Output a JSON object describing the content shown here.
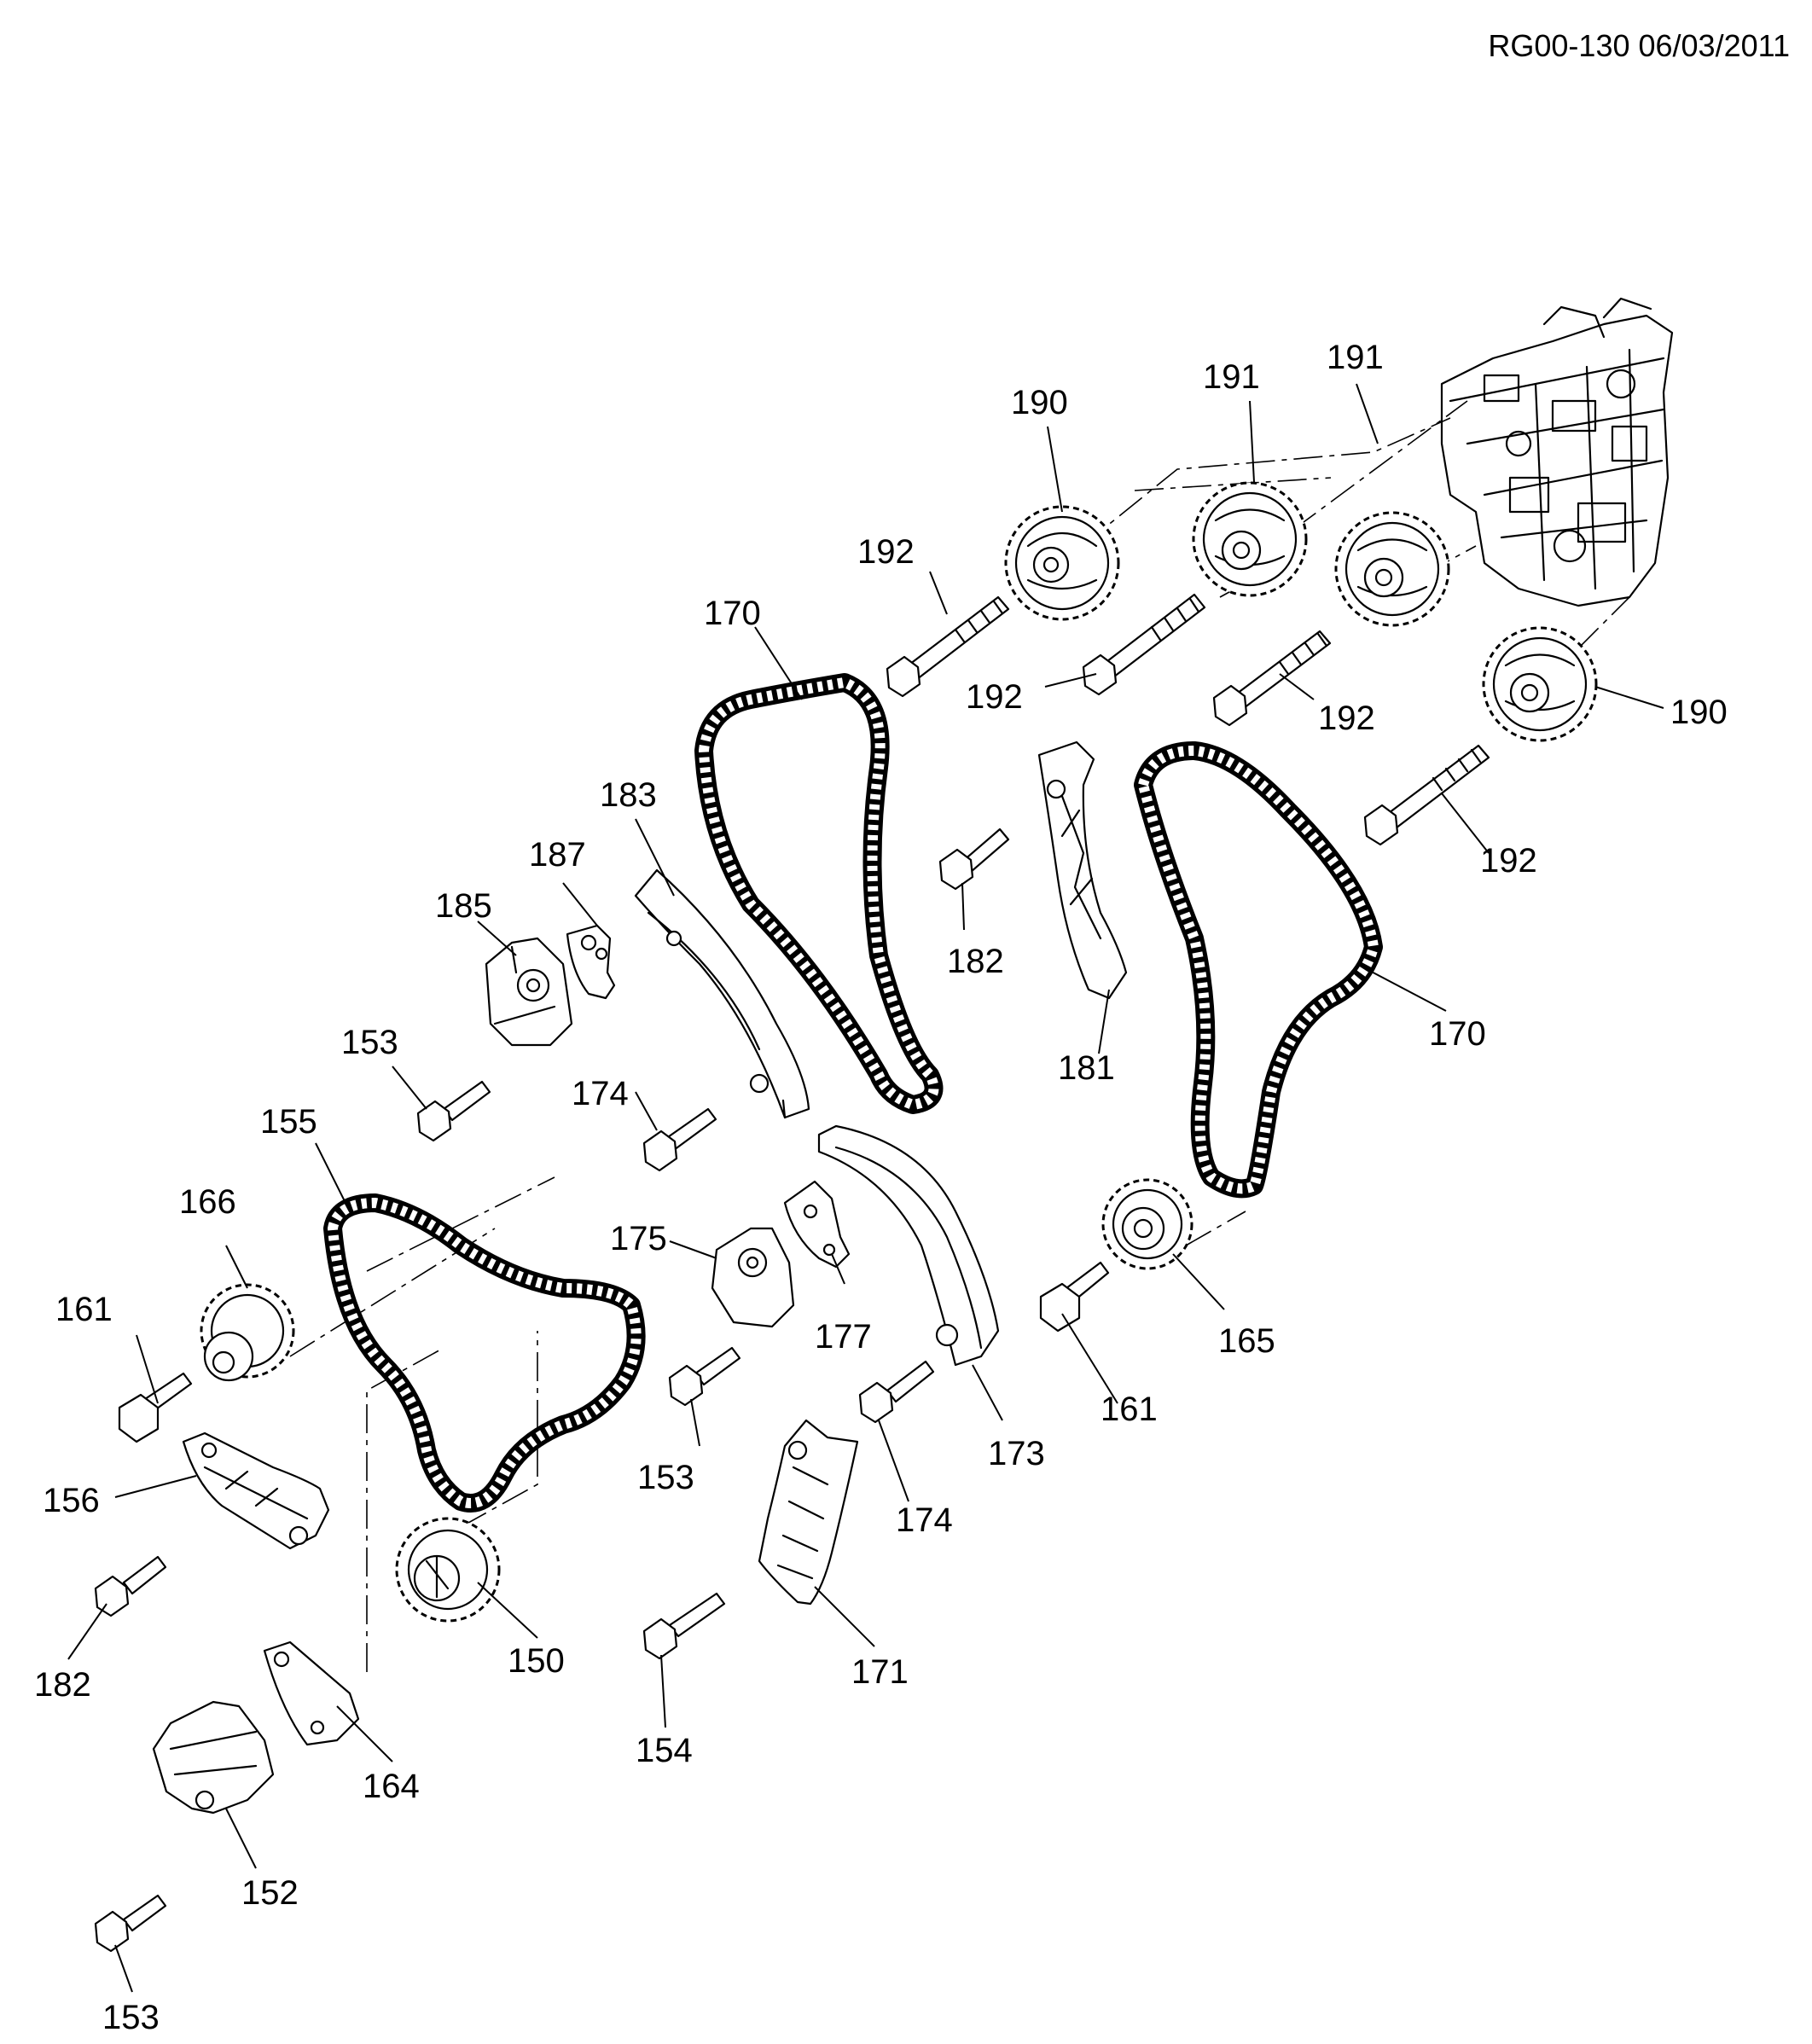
{
  "header": {
    "reference": "RG00-130 06/03/2011"
  },
  "callouts": [
    {
      "id": "190",
      "label": "190"
    },
    {
      "id": "191",
      "label": "191"
    },
    {
      "id": "191",
      "label": "191"
    },
    {
      "id": "192",
      "label": "192"
    },
    {
      "id": "192",
      "label": "192"
    },
    {
      "id": "192",
      "label": "192"
    },
    {
      "id": "190",
      "label": "190"
    },
    {
      "id": "192",
      "label": "192"
    },
    {
      "id": "170",
      "label": "170"
    },
    {
      "id": "183",
      "label": "183"
    },
    {
      "id": "187",
      "label": "187"
    },
    {
      "id": "185",
      "label": "185"
    },
    {
      "id": "182",
      "label": "182"
    },
    {
      "id": "181",
      "label": "181"
    },
    {
      "id": "170",
      "label": "170"
    },
    {
      "id": "153",
      "label": "153"
    },
    {
      "id": "174",
      "label": "174"
    },
    {
      "id": "155",
      "label": "155"
    },
    {
      "id": "166",
      "label": "166"
    },
    {
      "id": "175",
      "label": "175"
    },
    {
      "id": "177",
      "label": "177"
    },
    {
      "id": "165",
      "label": "165"
    },
    {
      "id": "161",
      "label": "161"
    },
    {
      "id": "161",
      "label": "161"
    },
    {
      "id": "153",
      "label": "153"
    },
    {
      "id": "173",
      "label": "173"
    },
    {
      "id": "174",
      "label": "174"
    },
    {
      "id": "156",
      "label": "156"
    },
    {
      "id": "182",
      "label": "182"
    },
    {
      "id": "150",
      "label": "150"
    },
    {
      "id": "171",
      "label": "171"
    },
    {
      "id": "154",
      "label": "154"
    },
    {
      "id": "164",
      "label": "164"
    },
    {
      "id": "152",
      "label": "152"
    },
    {
      "id": "153",
      "label": "153"
    }
  ]
}
